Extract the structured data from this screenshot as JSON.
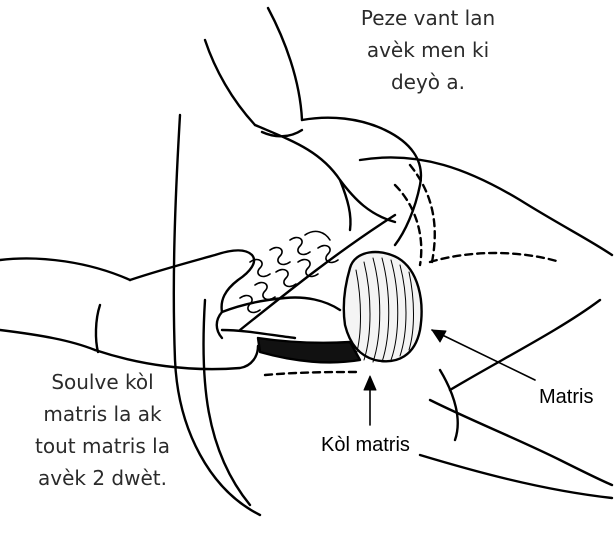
{
  "captions": {
    "top": [
      "Peze vant lan",
      "avèk men ki",
      "deyò a."
    ],
    "left": [
      "Soulve kòl",
      "matris la ak",
      "tout matris la",
      "avèk 2 dwèt."
    ]
  },
  "labels": {
    "uterus": "Matris",
    "cervix": "Kòl matris"
  }
}
